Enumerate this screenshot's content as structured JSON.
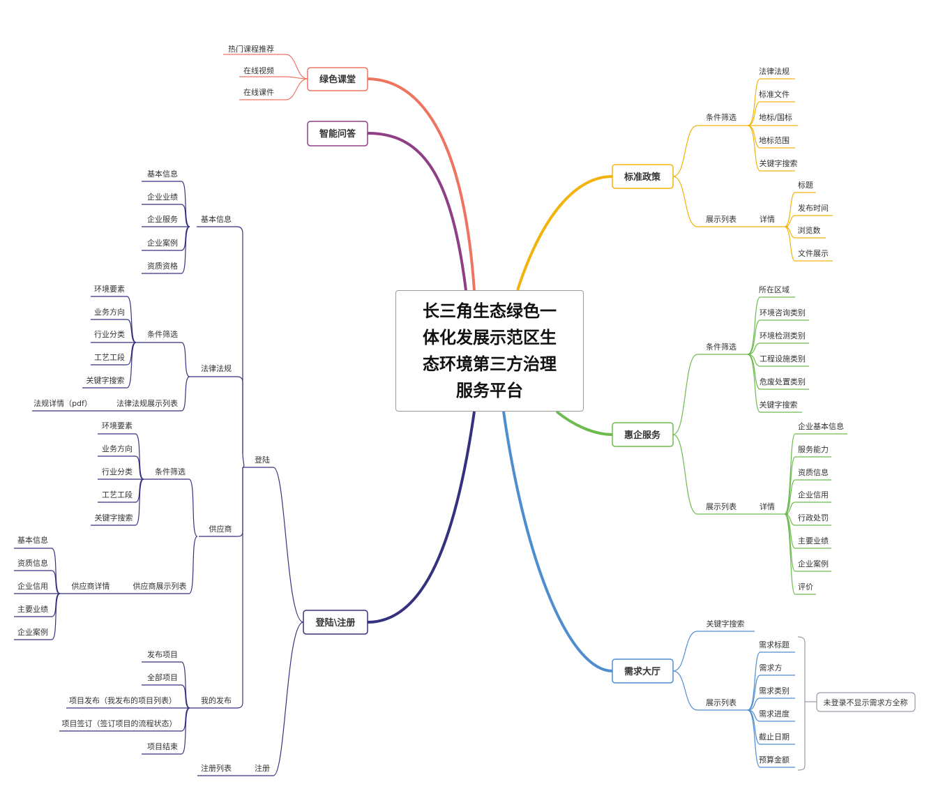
{
  "center": {
    "line1": "长三角生态绿色一",
    "line2": "体化发展示范区生",
    "line3": "态环境第三方治理",
    "line4": "服务平台"
  },
  "colors": {
    "green_class": "#ee7462",
    "qa": "#8e3f86",
    "standard": "#f2b30c",
    "enterprise": "#6dbb4f",
    "demand": "#4f8dcf",
    "login": "#35317e"
  },
  "branches": {
    "green_class": {
      "label": "绿色课堂",
      "items": [
        "热门课程推荐",
        "在线视频",
        "在线课件"
      ]
    },
    "qa": {
      "label": "智能问答"
    },
    "standard": {
      "label": "标准政策",
      "filter": {
        "label": "条件筛选",
        "items": [
          "法律法规",
          "标准文件",
          "地标/国标",
          "地标范围",
          "关键字搜索"
        ]
      },
      "list": {
        "label": "展示列表",
        "detail": "详情",
        "items": [
          "标题",
          "发布时间",
          "浏览数",
          "文件展示"
        ]
      }
    },
    "enterprise": {
      "label": "惠企服务",
      "filter": {
        "label": "条件筛选",
        "items": [
          "所在区域",
          "环境咨询类别",
          "环境检测类别",
          "工程设施类别",
          "危废处置类别",
          "关键字搜索"
        ]
      },
      "list": {
        "label": "展示列表",
        "detail": "详情",
        "items": [
          "企业基本信息",
          "服务能力",
          "资质信息",
          "企业信用",
          "行政处罚",
          "主要业绩",
          "企业案例",
          "评价"
        ]
      }
    },
    "demand": {
      "label": "需求大厅",
      "keyword": "关键字搜索",
      "list": {
        "label": "展示列表",
        "items": [
          "需求标题",
          "需求方",
          "需求类别",
          "需求进度",
          "截止日期",
          "预算金额"
        ]
      },
      "note": "未登录不显示需求方全称"
    },
    "login": {
      "label": "登陆\\注册",
      "login_node": "登陆",
      "basic": {
        "label": "基本信息",
        "items": [
          "基本信息",
          "企业业绩",
          "企业服务",
          "企业案例",
          "资质资格"
        ]
      },
      "law": {
        "label": "法律法规",
        "filter": {
          "label": "条件筛选",
          "items": [
            "环境要素",
            "业务方向",
            "行业分类",
            "工艺工段",
            "关键字搜索"
          ]
        },
        "list": {
          "label": "法律法规展示列表",
          "detail": "法规详情（pdf）"
        }
      },
      "supplier": {
        "label": "供应商",
        "filter": {
          "label": "条件筛选",
          "items": [
            "环境要素",
            "业务方向",
            "行业分类",
            "工艺工段",
            "关键字搜索"
          ]
        },
        "list": {
          "label": "供应商展示列表",
          "detail": "供应商详情",
          "items": [
            "基本信息",
            "资质信息",
            "企业信用",
            "主要业绩",
            "企业案例"
          ]
        }
      },
      "publish": {
        "label": "我的发布",
        "items": [
          "发布项目",
          "全部项目",
          "项目发布（我发布的项目列表）",
          "项目签订（签订项目的流程状态）",
          "项目结束"
        ]
      },
      "register": {
        "label": "注册",
        "list": "注册列表"
      }
    }
  }
}
